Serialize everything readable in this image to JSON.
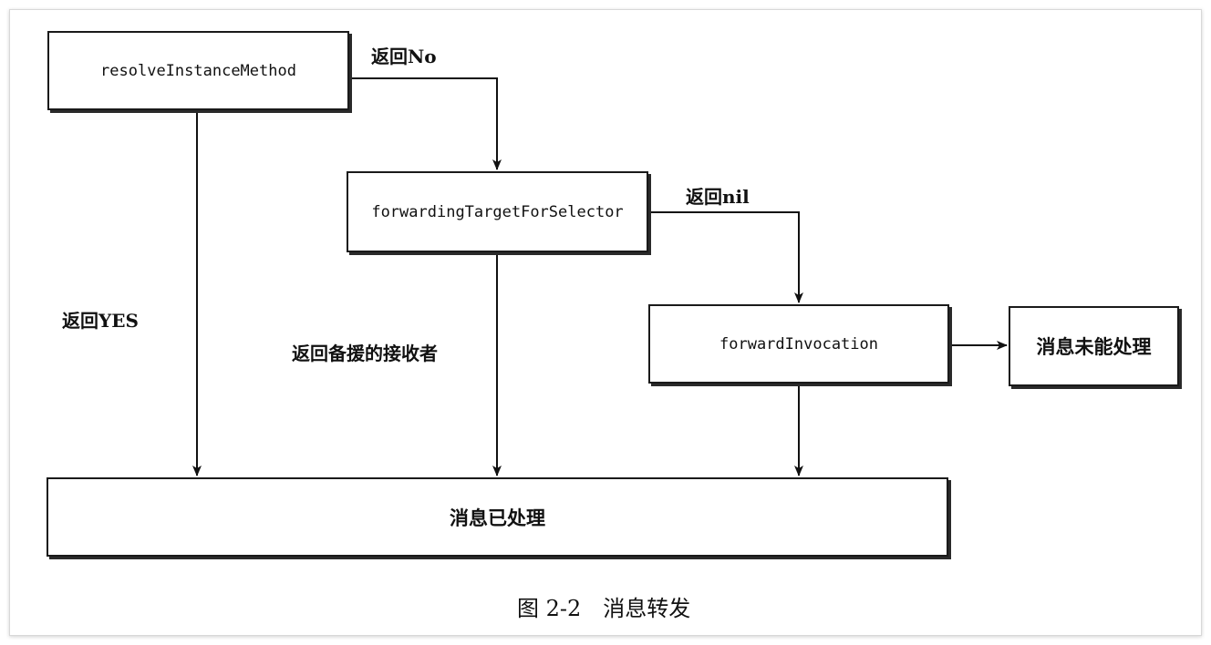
{
  "nodes": {
    "resolve": "resolveInstanceMethod",
    "forwarding_target": "forwardingTargetForSelector",
    "forward_invocation": "forwardInvocation",
    "unhandled": "消息未能处理",
    "handled": "消息已处理"
  },
  "edges": {
    "return_no": "返回No",
    "return_nil": "返回nil",
    "return_yes": "返回YES",
    "return_backup": "返回备援的接收者"
  },
  "caption": "图 2-2　消息转发"
}
